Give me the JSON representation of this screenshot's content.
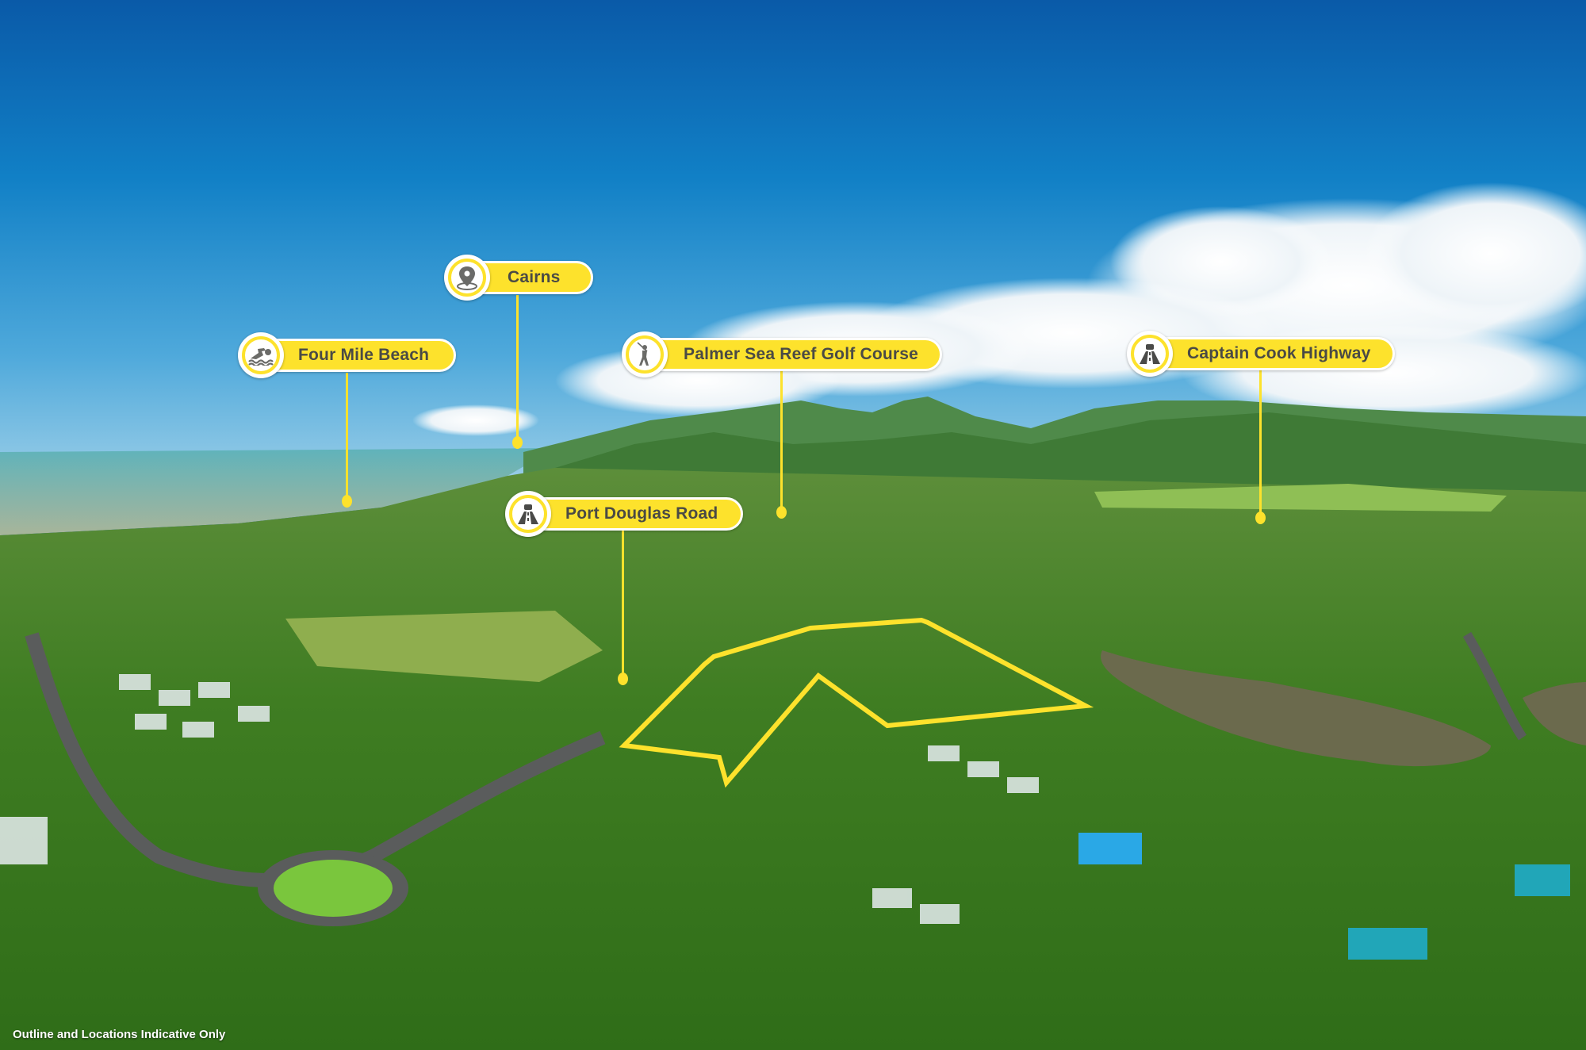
{
  "map": {
    "type": "aerial-photo-annotated",
    "colors": {
      "accent_yellow": "#fde22c",
      "label_text": "#4a4a45",
      "icon_gray": "#6b6b68",
      "sky_top": "#0a5fae",
      "sky_horizon": "#7cc3e4",
      "sea": "#8fb8a8",
      "vegetation": "#4d8a2a"
    },
    "callouts": [
      {
        "id": "four-mile-beach",
        "label": "Four Mile Beach",
        "icon": "swimmer-icon"
      },
      {
        "id": "cairns",
        "label": "Cairns",
        "icon": "location-pin-icon"
      },
      {
        "id": "palmer-sea-reef",
        "label": "Palmer Sea Reef Golf Course",
        "icon": "golfer-icon"
      },
      {
        "id": "captain-cook-highway",
        "label": "Captain Cook Highway",
        "icon": "road-car-icon"
      },
      {
        "id": "port-douglas-road",
        "label": "Port Douglas Road",
        "icon": "road-car-icon"
      }
    ],
    "disclaimer": "Outline and Locations Indicative Only"
  }
}
